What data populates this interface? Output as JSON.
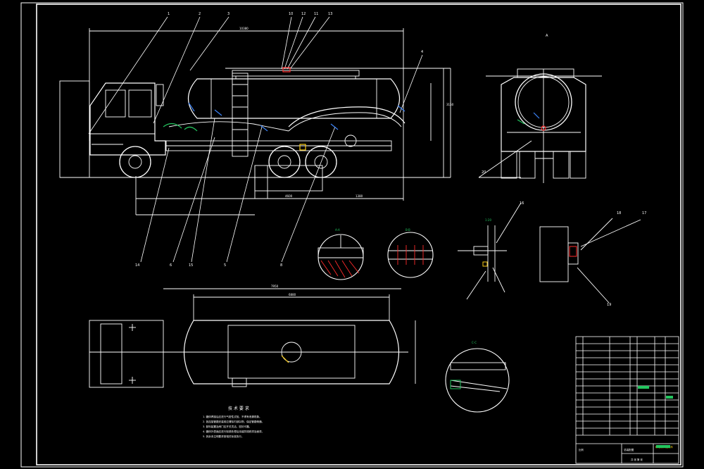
{
  "colors": {
    "background": "#000000",
    "line": "#ffffff",
    "accent_green": "#22c55e",
    "accent_red": "#ff2b2b",
    "accent_blue": "#3b82f6",
    "accent_yellow": "#facc15"
  },
  "callouts": {
    "top": [
      "1",
      "2",
      "3",
      "10",
      "12",
      "11",
      "13",
      "4"
    ],
    "bottom": [
      "14",
      "6",
      "15",
      "5",
      "8"
    ],
    "right": [
      "16",
      "18",
      "17",
      "20",
      "19"
    ]
  },
  "dims": {
    "overall_len": "10380",
    "wheelbase": "4600",
    "height": "3150",
    "front_oh": "1380",
    "plan_len": "7950",
    "plan_tank": "6880"
  },
  "views": {
    "side_label": "A",
    "detail_a": "A-A",
    "detail_b": "B-B",
    "detail_c": "C-C",
    "scale": "1:20"
  },
  "notes": {
    "title": "技 术 要 求",
    "lines": [
      "1. 罐体焊接后应进行气密性试验，不得有泄漏现象。",
      "2. 各连接管路安装前应清除内部杂物，保证管路畅通。",
      "3. 卸料装置及阀门应开关灵活，密封可靠。",
      "4. 罐体外表面应进行除锈处理后涂装防锈底漆及面漆。",
      "5. 其余未注明要求按相关标准执行。"
    ]
  },
  "title_block": {
    "drawing_name": "粉粒物料运输车",
    "code": "总装配图",
    "scale_label": "比例",
    "sheet_label": "共 张 第 张"
  }
}
